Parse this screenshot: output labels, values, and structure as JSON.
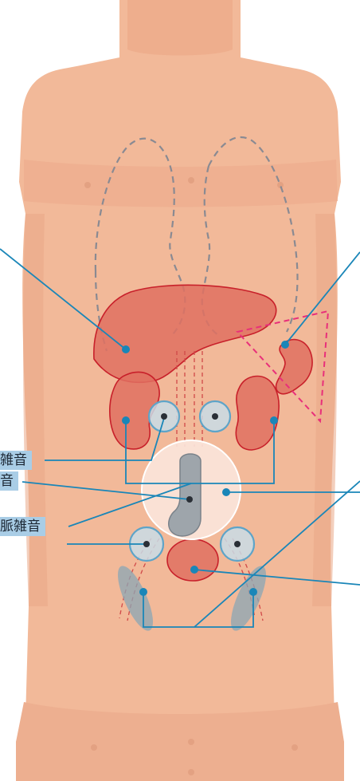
{
  "labels": [
    {
      "id": "bruit-upper",
      "text": "雑音"
    },
    {
      "id": "bruit-middle",
      "text": "音"
    },
    {
      "id": "bruit-lower",
      "text": "脈雑音"
    }
  ],
  "colors": {
    "skin": "#f2b999",
    "skin_shadow": "#e7a585",
    "organ_fill": "#e07060",
    "organ_stroke": "#c8202a",
    "pointer": "#1a86b8",
    "dashed_outline": "#8a8a92",
    "spleen_marker": "#e8307a",
    "circle_fill": "#c9dce6",
    "circle_stroke": "#5ea4c8",
    "label_bg": "#a9cde6"
  }
}
